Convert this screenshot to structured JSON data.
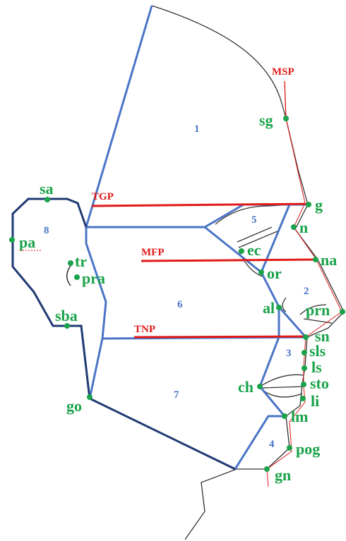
{
  "planes": [
    {
      "id": "MSP",
      "label": "MSP"
    },
    {
      "id": "TGP",
      "label": "TGP"
    },
    {
      "id": "MFP",
      "label": "MFP"
    },
    {
      "id": "TNP",
      "label": "TNP"
    }
  ],
  "regions": [
    "1",
    "2",
    "3",
    "4",
    "5",
    "6",
    "7",
    "8"
  ],
  "landmarks": [
    {
      "id": "sa",
      "label": "sa"
    },
    {
      "id": "pa",
      "label": "pa"
    },
    {
      "id": "tr",
      "label": "tr"
    },
    {
      "id": "pra",
      "label": "pra"
    },
    {
      "id": "sba",
      "label": "sba"
    },
    {
      "id": "go",
      "label": "go"
    },
    {
      "id": "sg",
      "label": "sg"
    },
    {
      "id": "g",
      "label": "g"
    },
    {
      "id": "n",
      "label": "n"
    },
    {
      "id": "ec",
      "label": "ec"
    },
    {
      "id": "or",
      "label": "or"
    },
    {
      "id": "na",
      "label": "na"
    },
    {
      "id": "prn",
      "label": "prn"
    },
    {
      "id": "al",
      "label": "al"
    },
    {
      "id": "sn",
      "label": "sn"
    },
    {
      "id": "sls",
      "label": "sls"
    },
    {
      "id": "ls",
      "label": "ls"
    },
    {
      "id": "sto",
      "label": "sto"
    },
    {
      "id": "li",
      "label": "li"
    },
    {
      "id": "ch",
      "label": "ch"
    },
    {
      "id": "lm",
      "label": "lm"
    },
    {
      "id": "pog",
      "label": "pog"
    },
    {
      "id": "gn",
      "label": "gn"
    }
  ],
  "colors": {
    "region_lines": "#4a74c6",
    "ear_outline": "#1f3a73",
    "planes": "#e01a1a",
    "landmarks": "#1aa34a",
    "profile": "#333333"
  }
}
